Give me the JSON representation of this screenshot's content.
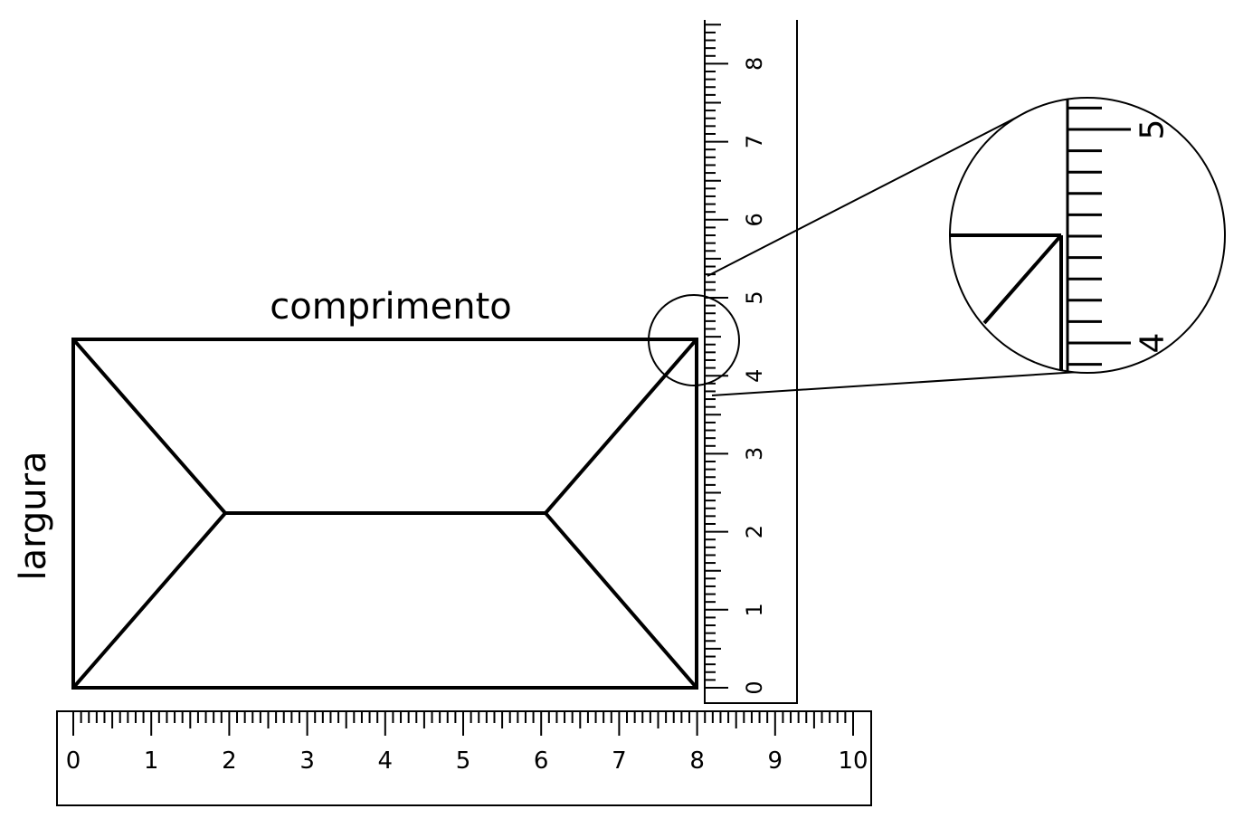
{
  "labels": {
    "length": "comprimento",
    "width": "largura"
  },
  "rulers": {
    "horizontal": {
      "ticks": [
        "0",
        "1",
        "2",
        "3",
        "4",
        "5",
        "6",
        "7",
        "8",
        "9",
        "10"
      ]
    },
    "vertical": {
      "ticks": [
        "0",
        "1",
        "2",
        "3",
        "4",
        "5",
        "6",
        "7",
        "8"
      ]
    }
  },
  "magnifier": {
    "ticks": [
      "4",
      "5"
    ],
    "reading": 4.5
  },
  "shape": {
    "length": 8,
    "width": 4.5
  }
}
